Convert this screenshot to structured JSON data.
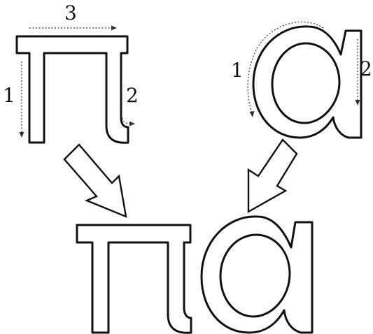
{
  "letters": {
    "pi": {
      "name": "pi",
      "stroke_labels": {
        "vertical_left": "1",
        "vertical_right": "2",
        "top_bar": "3"
      }
    },
    "alpha": {
      "name": "alpha",
      "stroke_labels": {
        "bowl": "1",
        "stem": "2"
      }
    }
  },
  "result_word": [
    "π",
    "α"
  ],
  "colors": {
    "ink": "#111111",
    "guide": "#333333",
    "background": "#ffffff"
  }
}
